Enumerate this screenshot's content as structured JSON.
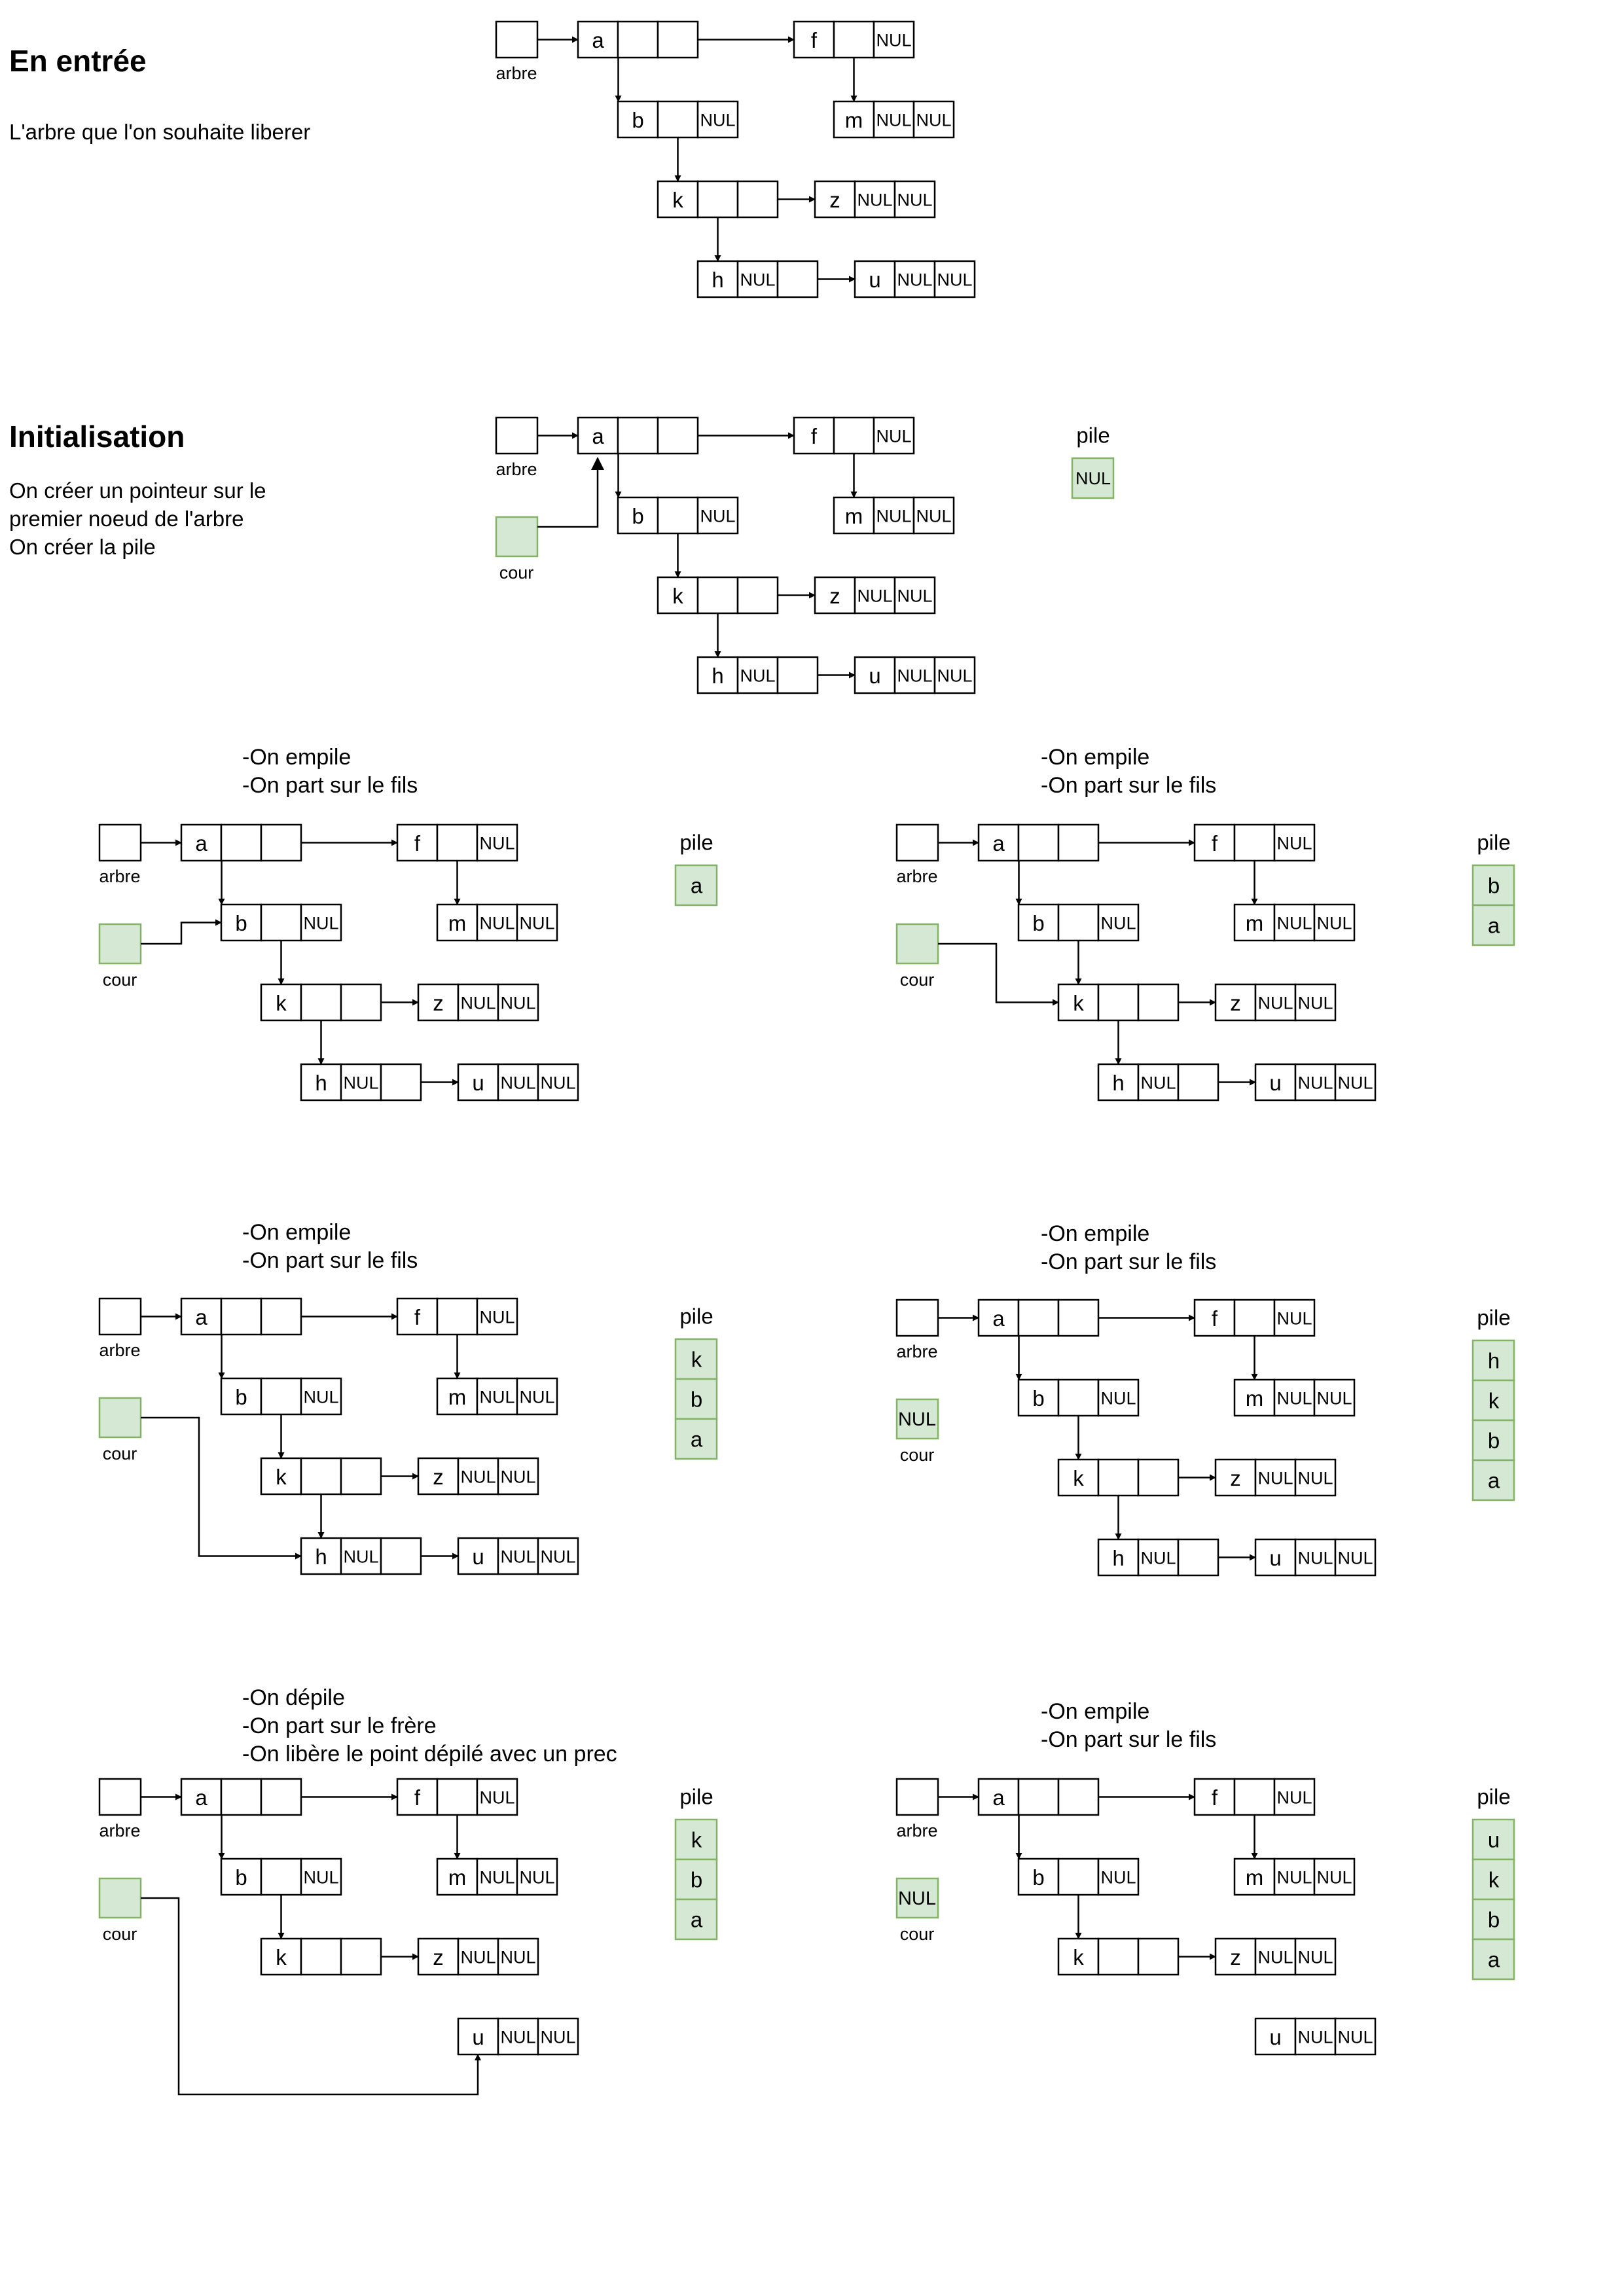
{
  "sections": {
    "entree": {
      "title": "En entrée",
      "description": "L'arbre que l'on souhaite liberer"
    },
    "init": {
      "title": "Initialisation",
      "description": "On créer un pointeur sur le\npremier noeud de l'arbre\nOn créer la pile"
    }
  },
  "labels": {
    "root_pointer": "arbre",
    "current_pointer": "cour",
    "stack": "pile",
    "null": "NUL"
  },
  "tree_nodes": [
    "a",
    "f",
    "b",
    "m",
    "k",
    "z",
    "h",
    "u"
  ],
  "steps": [
    {
      "note": "-On empile\n-On part sur le fils",
      "stack": [
        "a"
      ],
      "cour": ""
    },
    {
      "note": "-On empile\n-On part sur le fils",
      "stack": [
        "b",
        "a"
      ],
      "cour": ""
    },
    {
      "note": "-On empile\n-On part sur le fils",
      "stack": [
        "k",
        "b",
        "a"
      ],
      "cour": ""
    },
    {
      "note": "-On empile\n-On part sur le fils",
      "stack": [
        "h",
        "k",
        "b",
        "a"
      ],
      "cour": "NUL"
    },
    {
      "note": "-On dépile\n-On part sur le frère\n-On libère le point dépilé avec un prec",
      "stack": [
        "k",
        "b",
        "a"
      ],
      "cour": ""
    },
    {
      "note": "-On empile\n-On part sur le fils",
      "stack": [
        "u",
        "k",
        "b",
        "a"
      ],
      "cour": "NUL"
    }
  ],
  "colors": {
    "stack_fill": "#d5e8d4",
    "stack_stroke": "#82b366",
    "line": "#000000"
  }
}
